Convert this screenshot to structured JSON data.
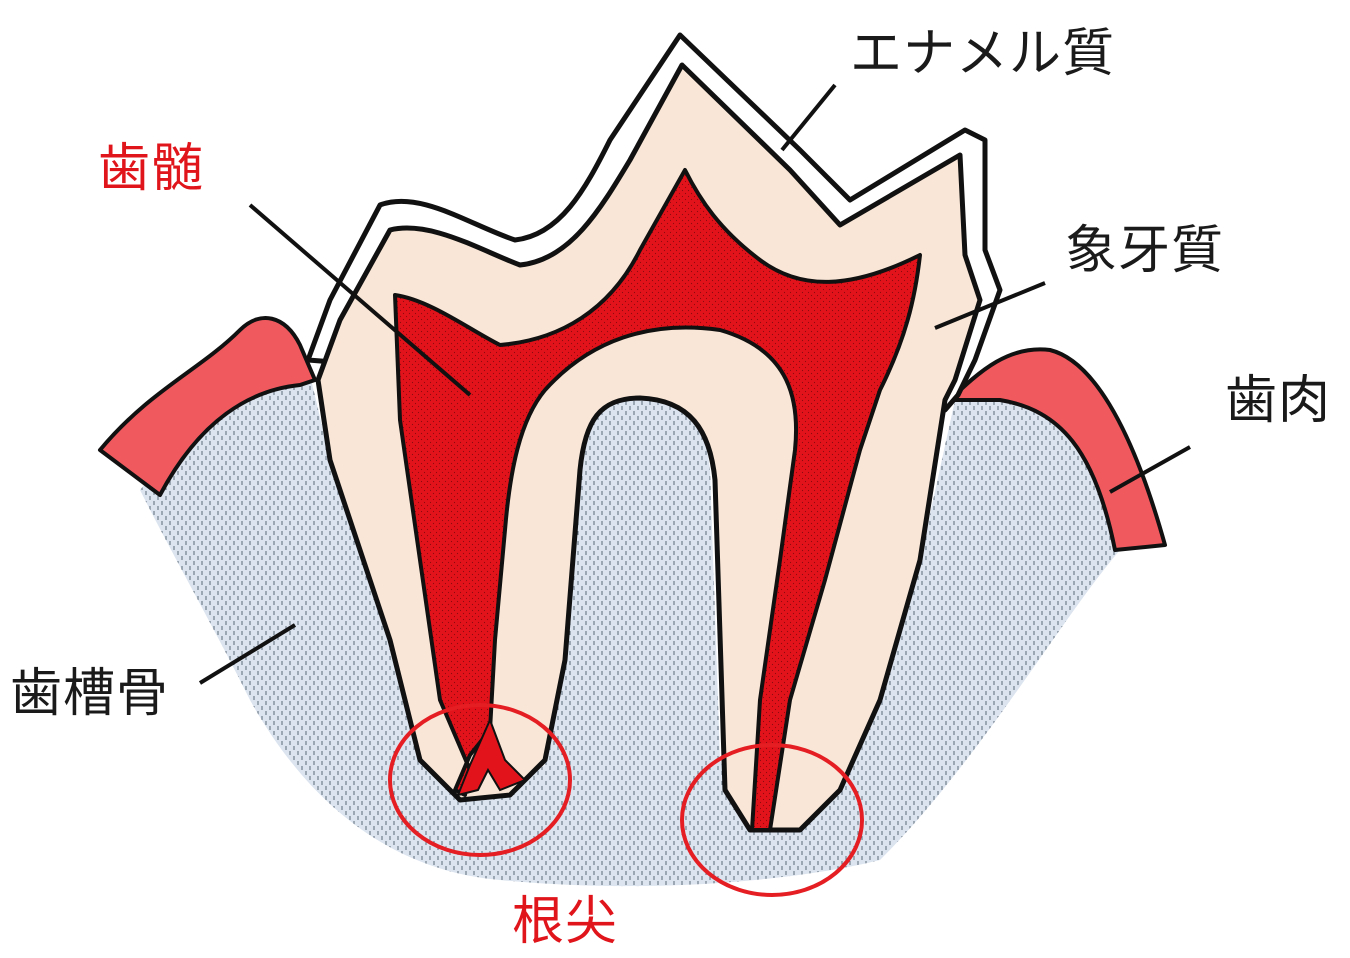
{
  "colors": {
    "outline": "#111111",
    "pulp": "#e3131b",
    "dentin": "#f9e6d6",
    "enamel": "#ffffff",
    "gum": "#f05a5f",
    "bone": "#dbe4ef",
    "highlight_circle": "#e41e23",
    "label_black": "#1a1a1a",
    "label_red": "#e0141b"
  },
  "labels": {
    "enamel": "エナメル質",
    "pulp": "歯髄",
    "dentin": "象牙質",
    "gum": "歯肉",
    "alveolar_bone": "歯槽骨",
    "root_apex": "根尖"
  }
}
